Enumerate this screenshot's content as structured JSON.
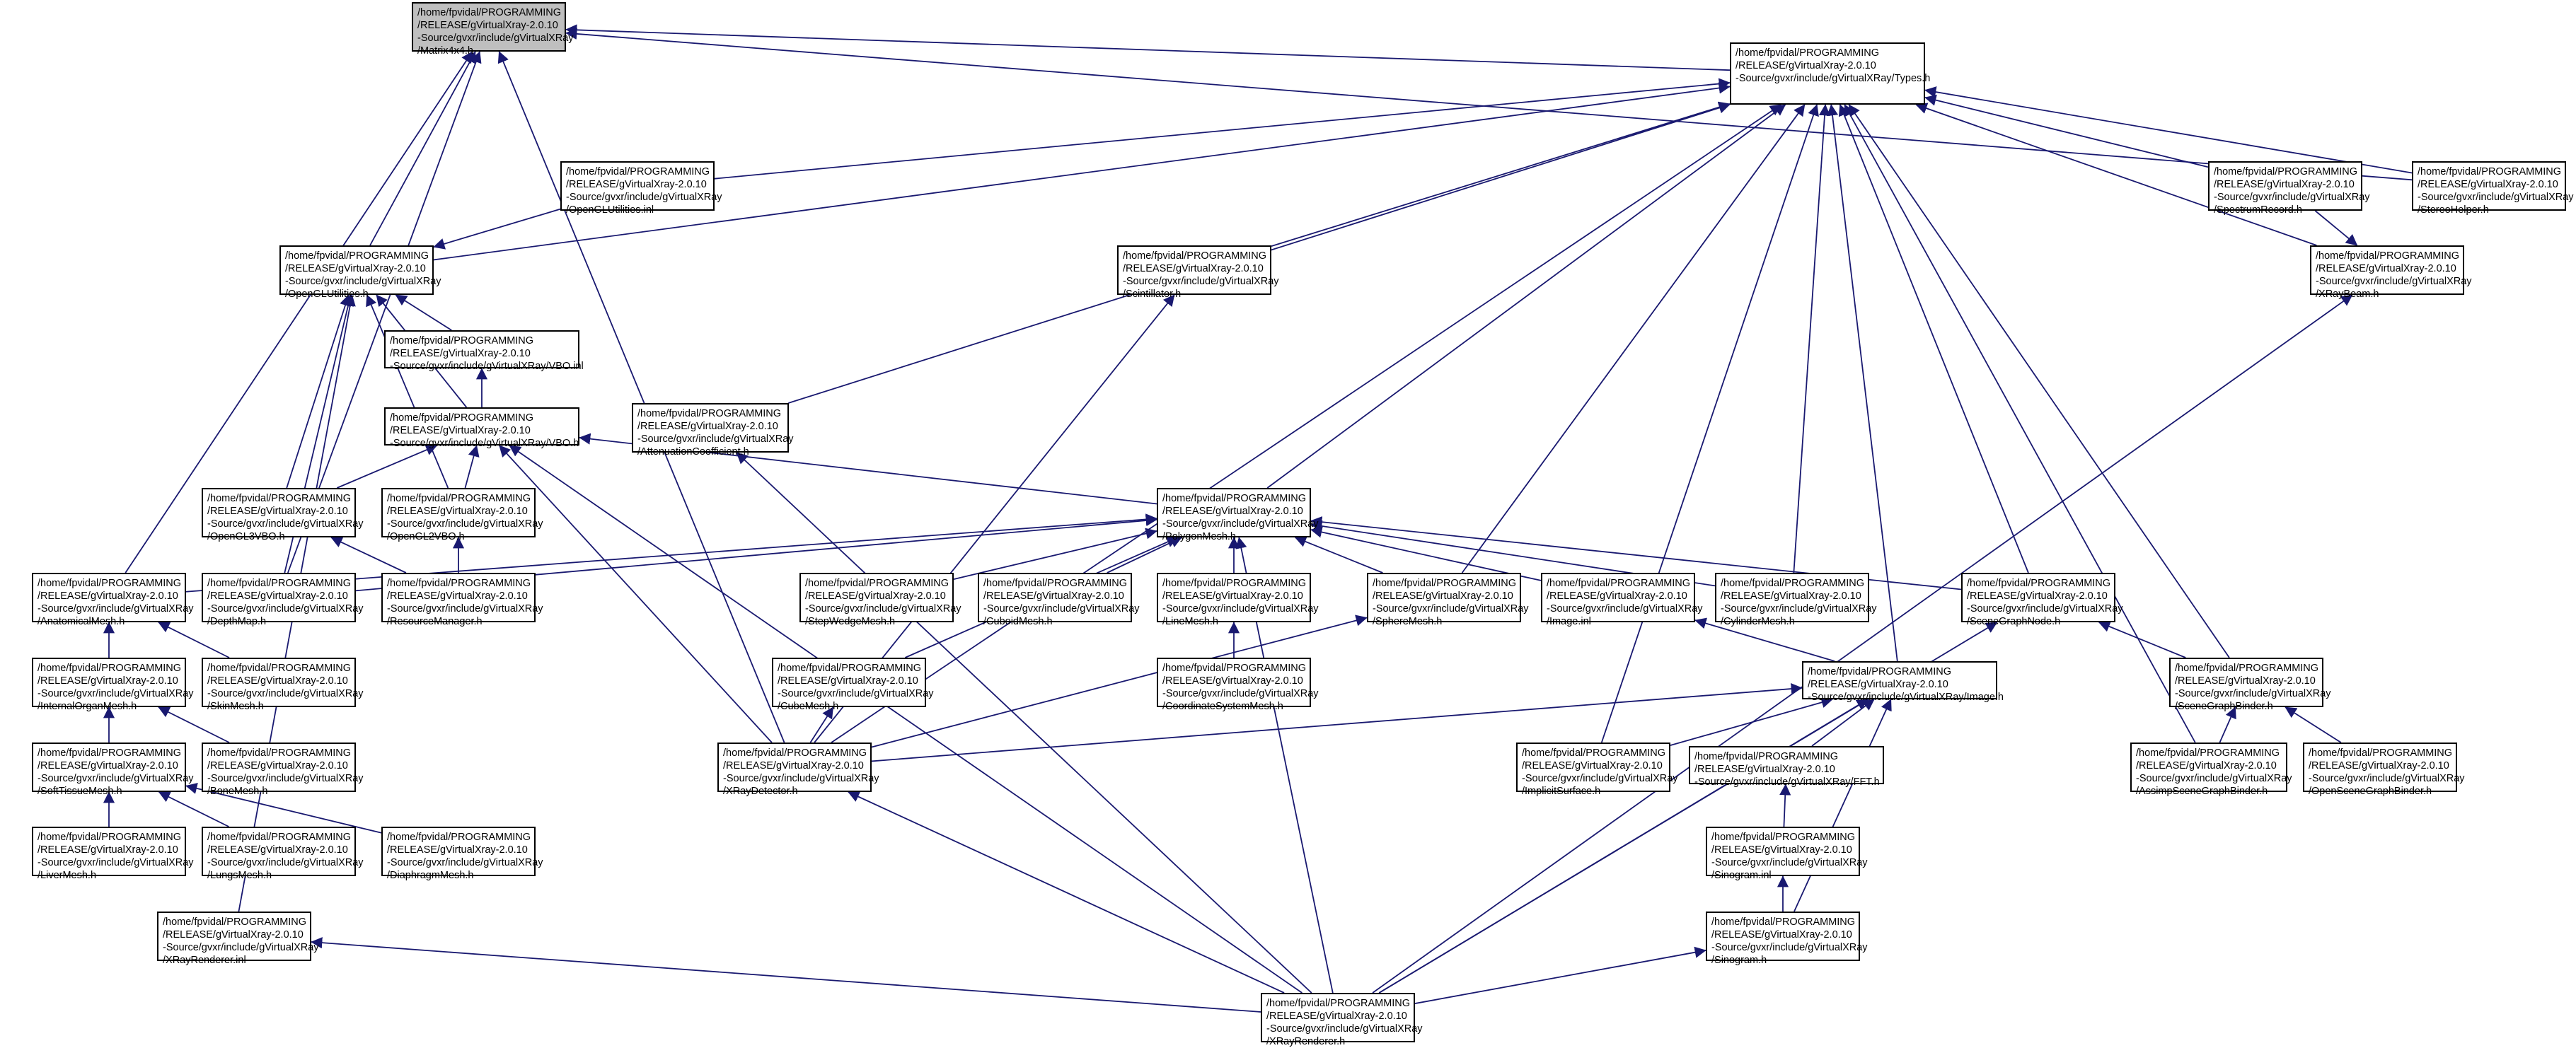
{
  "graph": {
    "nodes": [
      {
        "id": "matrix4x4",
        "root": true,
        "lines": [
          "/home/fpvidal/PROGRAMMING",
          "/RELEASE/gVirtualXray-2.0.10",
          "-Source/gvxr/include/gVirtualXRay",
          "/Matrix4x4.h"
        ]
      },
      {
        "id": "types",
        "lines": [
          "/home/fpvidal/PROGRAMMING",
          "/RELEASE/gVirtualXray-2.0.10",
          "-Source/gvxr/include/gVirtualXRay/Types.h"
        ]
      },
      {
        "id": "openglutilities_inl",
        "lines": [
          "/home/fpvidal/PROGRAMMING",
          "/RELEASE/gVirtualXray-2.0.10",
          "-Source/gvxr/include/gVirtualXRay",
          "/OpenGLUtilities.inl"
        ]
      },
      {
        "id": "spectrumrecord",
        "lines": [
          "/home/fpvidal/PROGRAMMING",
          "/RELEASE/gVirtualXray-2.0.10",
          "-Source/gvxr/include/gVirtualXRay",
          "/SpectrumRecord.h"
        ]
      },
      {
        "id": "stereohelper",
        "lines": [
          "/home/fpvidal/PROGRAMMING",
          "/RELEASE/gVirtualXray-2.0.10",
          "-Source/gvxr/include/gVirtualXRay",
          "/StereoHelper.h"
        ]
      },
      {
        "id": "openglutilities",
        "lines": [
          "/home/fpvidal/PROGRAMMING",
          "/RELEASE/gVirtualXray-2.0.10",
          "-Source/gvxr/include/gVirtualXRay",
          "/OpenGLUtilities.h"
        ]
      },
      {
        "id": "scintillator",
        "lines": [
          "/home/fpvidal/PROGRAMMING",
          "/RELEASE/gVirtualXray-2.0.10",
          "-Source/gvxr/include/gVirtualXRay",
          "/Scintillator.h"
        ]
      },
      {
        "id": "xraybeam",
        "lines": [
          "/home/fpvidal/PROGRAMMING",
          "/RELEASE/gVirtualXray-2.0.10",
          "-Source/gvxr/include/gVirtualXRay",
          "/XRayBeam.h"
        ]
      },
      {
        "id": "vbo_inl",
        "lines": [
          "/home/fpvidal/PROGRAMMING",
          "/RELEASE/gVirtualXray-2.0.10",
          "-Source/gvxr/include/gVirtualXRay/VBO.inl"
        ]
      },
      {
        "id": "vbo",
        "lines": [
          "/home/fpvidal/PROGRAMMING",
          "/RELEASE/gVirtualXray-2.0.10",
          "-Source/gvxr/include/gVirtualXRay/VBO.h"
        ]
      },
      {
        "id": "attenuationcoefficient",
        "lines": [
          "/home/fpvidal/PROGRAMMING",
          "/RELEASE/gVirtualXray-2.0.10",
          "-Source/gvxr/include/gVirtualXRay",
          "/AttenuationCoefficient.h"
        ]
      },
      {
        "id": "opengl3vbo",
        "lines": [
          "/home/fpvidal/PROGRAMMING",
          "/RELEASE/gVirtualXray-2.0.10",
          "-Source/gvxr/include/gVirtualXRay",
          "/OpenGL3VBO.h"
        ]
      },
      {
        "id": "opengl2vbo",
        "lines": [
          "/home/fpvidal/PROGRAMMING",
          "/RELEASE/gVirtualXray-2.0.10",
          "-Source/gvxr/include/gVirtualXRay",
          "/OpenGL2VBO.h"
        ]
      },
      {
        "id": "polygonmesh",
        "lines": [
          "/home/fpvidal/PROGRAMMING",
          "/RELEASE/gVirtualXray-2.0.10",
          "-Source/gvxr/include/gVirtualXRay",
          "/PolygonMesh.h"
        ]
      },
      {
        "id": "anatomicalmesh",
        "lines": [
          "/home/fpvidal/PROGRAMMING",
          "/RELEASE/gVirtualXray-2.0.10",
          "-Source/gvxr/include/gVirtualXRay",
          "/AnatomicalMesh.h"
        ]
      },
      {
        "id": "depthmap",
        "lines": [
          "/home/fpvidal/PROGRAMMING",
          "/RELEASE/gVirtualXray-2.0.10",
          "-Source/gvxr/include/gVirtualXRay",
          "/DepthMap.h"
        ]
      },
      {
        "id": "resourcemanager",
        "lines": [
          "/home/fpvidal/PROGRAMMING",
          "/RELEASE/gVirtualXray-2.0.10",
          "-Source/gvxr/include/gVirtualXRay",
          "/ResourceManager.h"
        ]
      },
      {
        "id": "stepwedgemesh",
        "lines": [
          "/home/fpvidal/PROGRAMMING",
          "/RELEASE/gVirtualXray-2.0.10",
          "-Source/gvxr/include/gVirtualXRay",
          "/StepWedgeMesh.h"
        ]
      },
      {
        "id": "cuboidmesh",
        "lines": [
          "/home/fpvidal/PROGRAMMING",
          "/RELEASE/gVirtualXray-2.0.10",
          "-Source/gvxr/include/gVirtualXRay",
          "/CuboidMesh.h"
        ]
      },
      {
        "id": "linemesh",
        "lines": [
          "/home/fpvidal/PROGRAMMING",
          "/RELEASE/gVirtualXray-2.0.10",
          "-Source/gvxr/include/gVirtualXRay",
          "/LineMesh.h"
        ]
      },
      {
        "id": "spheremesh",
        "lines": [
          "/home/fpvidal/PROGRAMMING",
          "/RELEASE/gVirtualXray-2.0.10",
          "-Source/gvxr/include/gVirtualXRay",
          "/SphereMesh.h"
        ]
      },
      {
        "id": "image_inl",
        "lines": [
          "/home/fpvidal/PROGRAMMING",
          "/RELEASE/gVirtualXray-2.0.10",
          "-Source/gvxr/include/gVirtualXRay",
          "/Image.inl"
        ]
      },
      {
        "id": "cylindermesh",
        "lines": [
          "/home/fpvidal/PROGRAMMING",
          "/RELEASE/gVirtualXray-2.0.10",
          "-Source/gvxr/include/gVirtualXRay",
          "/CylinderMesh.h"
        ]
      },
      {
        "id": "scenegraphnode",
        "lines": [
          "/home/fpvidal/PROGRAMMING",
          "/RELEASE/gVirtualXray-2.0.10",
          "-Source/gvxr/include/gVirtualXRay",
          "/SceneGraphNode.h"
        ]
      },
      {
        "id": "internalorganmesh",
        "lines": [
          "/home/fpvidal/PROGRAMMING",
          "/RELEASE/gVirtualXray-2.0.10",
          "-Source/gvxr/include/gVirtualXRay",
          "/InternalOrganMesh.h"
        ]
      },
      {
        "id": "skinmesh",
        "lines": [
          "/home/fpvidal/PROGRAMMING",
          "/RELEASE/gVirtualXray-2.0.10",
          "-Source/gvxr/include/gVirtualXRay",
          "/SkinMesh.h"
        ]
      },
      {
        "id": "cubemesh",
        "lines": [
          "/home/fpvidal/PROGRAMMING",
          "/RELEASE/gVirtualXray-2.0.10",
          "-Source/gvxr/include/gVirtualXRay",
          "/CubeMesh.h"
        ]
      },
      {
        "id": "coordinatesystemmesh",
        "lines": [
          "/home/fpvidal/PROGRAMMING",
          "/RELEASE/gVirtualXray-2.0.10",
          "-Source/gvxr/include/gVirtualXRay",
          "/CoordinateSystemMesh.h"
        ]
      },
      {
        "id": "image",
        "lines": [
          "/home/fpvidal/PROGRAMMING",
          "/RELEASE/gVirtualXray-2.0.10",
          "-Source/gvxr/include/gVirtualXRay/Image.h"
        ]
      },
      {
        "id": "scenegraphbinder",
        "lines": [
          "/home/fpvidal/PROGRAMMING",
          "/RELEASE/gVirtualXray-2.0.10",
          "-Source/gvxr/include/gVirtualXRay",
          "/SceneGraphBinder.h"
        ]
      },
      {
        "id": "bonemesh",
        "lines": [
          "/home/fpvidal/PROGRAMMING",
          "/RELEASE/gVirtualXray-2.0.10",
          "-Source/gvxr/include/gVirtualXRay",
          "/BoneMesh.h"
        ]
      },
      {
        "id": "softtissuemesh",
        "lines": [
          "/home/fpvidal/PROGRAMMING",
          "/RELEASE/gVirtualXray-2.0.10",
          "-Source/gvxr/include/gVirtualXRay",
          "/SoftTissueMesh.h"
        ]
      },
      {
        "id": "xraydetector",
        "lines": [
          "/home/fpvidal/PROGRAMMING",
          "/RELEASE/gVirtualXray-2.0.10",
          "-Source/gvxr/include/gVirtualXRay",
          "/XRayDetector.h"
        ]
      },
      {
        "id": "implicitsurface",
        "lines": [
          "/home/fpvidal/PROGRAMMING",
          "/RELEASE/gVirtualXray-2.0.10",
          "-Source/gvxr/include/gVirtualXRay",
          "/ImplicitSurface.h"
        ]
      },
      {
        "id": "fft",
        "lines": [
          "/home/fpvidal/PROGRAMMING",
          "/RELEASE/gVirtualXray-2.0.10",
          "-Source/gvxr/include/gVirtualXRay/FFT.h"
        ]
      },
      {
        "id": "assimpscenegraphbinder",
        "lines": [
          "/home/fpvidal/PROGRAMMING",
          "/RELEASE/gVirtualXray-2.0.10",
          "-Source/gvxr/include/gVirtualXRay",
          "/AssimpSceneGraphBinder.h"
        ]
      },
      {
        "id": "openscenegraphbinder",
        "lines": [
          "/home/fpvidal/PROGRAMMING",
          "/RELEASE/gVirtualXray-2.0.10",
          "-Source/gvxr/include/gVirtualXRay",
          "/OpenSceneGraphBinder.h"
        ]
      },
      {
        "id": "livermesh",
        "lines": [
          "/home/fpvidal/PROGRAMMING",
          "/RELEASE/gVirtualXray-2.0.10",
          "-Source/gvxr/include/gVirtualXRay",
          "/LiverMesh.h"
        ]
      },
      {
        "id": "lungsmesh",
        "lines": [
          "/home/fpvidal/PROGRAMMING",
          "/RELEASE/gVirtualXray-2.0.10",
          "-Source/gvxr/include/gVirtualXRay",
          "/LungsMesh.h"
        ]
      },
      {
        "id": "diaphragmmesh",
        "lines": [
          "/home/fpvidal/PROGRAMMING",
          "/RELEASE/gVirtualXray-2.0.10",
          "-Source/gvxr/include/gVirtualXRay",
          "/DiaphragmMesh.h"
        ]
      },
      {
        "id": "sinogram_inl",
        "lines": [
          "/home/fpvidal/PROGRAMMING",
          "/RELEASE/gVirtualXray-2.0.10",
          "-Source/gvxr/include/gVirtualXRay",
          "/Sinogram.inl"
        ]
      },
      {
        "id": "xrayrenderer_inl",
        "lines": [
          "/home/fpvidal/PROGRAMMING",
          "/RELEASE/gVirtualXray-2.0.10",
          "-Source/gvxr/include/gVirtualXRay",
          "/XRayRenderer.inl"
        ]
      },
      {
        "id": "sinogram",
        "lines": [
          "/home/fpvidal/PROGRAMMING",
          "/RELEASE/gVirtualXray-2.0.10",
          "-Source/gvxr/include/gVirtualXRay",
          "/Sinogram.h"
        ]
      },
      {
        "id": "xrayrenderer",
        "lines": [
          "/home/fpvidal/PROGRAMMING",
          "/RELEASE/gVirtualXray-2.0.10",
          "-Source/gvxr/include/gVirtualXRay",
          "/XRayRenderer.h"
        ]
      }
    ],
    "edges": [
      [
        "types",
        "matrix4x4"
      ],
      [
        "openglutilities",
        "matrix4x4"
      ],
      [
        "anatomicalmesh",
        "matrix4x4"
      ],
      [
        "depthmap",
        "matrix4x4"
      ],
      [
        "xraydetector",
        "matrix4x4"
      ],
      [
        "stereohelper",
        "matrix4x4"
      ],
      [
        "openglutilities_inl",
        "types"
      ],
      [
        "openglutilities",
        "types"
      ],
      [
        "scintillator",
        "types"
      ],
      [
        "attenuationcoefficient",
        "types"
      ],
      [
        "polygonmesh",
        "types"
      ],
      [
        "spectrumrecord",
        "types"
      ],
      [
        "stereohelper",
        "types"
      ],
      [
        "xraybeam",
        "types"
      ],
      [
        "scenegraphnode",
        "types"
      ],
      [
        "spheremesh",
        "types"
      ],
      [
        "cylindermesh",
        "types"
      ],
      [
        "image",
        "types"
      ],
      [
        "scenegraphbinder",
        "types"
      ],
      [
        "implicitsurface",
        "types"
      ],
      [
        "assimpscenegraphbinder",
        "types"
      ],
      [
        "xraydetector",
        "types"
      ],
      [
        "openglutilities_inl",
        "openglutilities"
      ],
      [
        "vbo_inl",
        "openglutilities"
      ],
      [
        "vbo",
        "openglutilities"
      ],
      [
        "opengl3vbo",
        "openglutilities"
      ],
      [
        "opengl2vbo",
        "openglutilities"
      ],
      [
        "depthmap",
        "openglutilities"
      ],
      [
        "xrayrenderer_inl",
        "openglutilities"
      ],
      [
        "vbo",
        "vbo_inl"
      ],
      [
        "opengl3vbo",
        "vbo"
      ],
      [
        "opengl2vbo",
        "vbo"
      ],
      [
        "polygonmesh",
        "vbo"
      ],
      [
        "xraydetector",
        "vbo"
      ],
      [
        "xrayrenderer",
        "vbo"
      ],
      [
        "resourcemanager",
        "opengl3vbo"
      ],
      [
        "resourcemanager",
        "opengl2vbo"
      ],
      [
        "anatomicalmesh",
        "polygonmesh"
      ],
      [
        "depthmap",
        "polygonmesh"
      ],
      [
        "stepwedgemesh",
        "polygonmesh"
      ],
      [
        "cuboidmesh",
        "polygonmesh"
      ],
      [
        "linemesh",
        "polygonmesh"
      ],
      [
        "spheremesh",
        "polygonmesh"
      ],
      [
        "image_inl",
        "polygonmesh"
      ],
      [
        "cylindermesh",
        "polygonmesh"
      ],
      [
        "scenegraphnode",
        "polygonmesh"
      ],
      [
        "cubemesh",
        "polygonmesh"
      ],
      [
        "xrayrenderer",
        "polygonmesh"
      ],
      [
        "internalorganmesh",
        "anatomicalmesh"
      ],
      [
        "skinmesh",
        "anatomicalmesh"
      ],
      [
        "softtissuemesh",
        "internalorganmesh"
      ],
      [
        "bonemesh",
        "internalorganmesh"
      ],
      [
        "livermesh",
        "softtissuemesh"
      ],
      [
        "lungsmesh",
        "softtissuemesh"
      ],
      [
        "diaphragmmesh",
        "softtissuemesh"
      ],
      [
        "coordinatesystemmesh",
        "linemesh"
      ],
      [
        "xraydetector",
        "cubemesh"
      ],
      [
        "xraydetector",
        "scintillator"
      ],
      [
        "xraydetector",
        "spheremesh"
      ],
      [
        "xraydetector",
        "image"
      ],
      [
        "scenegraphbinder",
        "scenegraphnode"
      ],
      [
        "xrayrenderer",
        "scenegraphnode"
      ],
      [
        "assimpscenegraphbinder",
        "scenegraphbinder"
      ],
      [
        "openscenegraphbinder",
        "scenegraphbinder"
      ],
      [
        "spectrumrecord",
        "xraybeam"
      ],
      [
        "xrayrenderer",
        "xraybeam"
      ],
      [
        "image",
        "image_inl"
      ],
      [
        "implicitsurface",
        "image"
      ],
      [
        "fft",
        "image"
      ],
      [
        "sinogram",
        "image"
      ],
      [
        "xrayrenderer",
        "image"
      ],
      [
        "sinogram_inl",
        "fft"
      ],
      [
        "sinogram",
        "sinogram_inl"
      ],
      [
        "xrayrenderer",
        "sinogram"
      ],
      [
        "xrayrenderer",
        "xraydetector"
      ],
      [
        "xrayrenderer",
        "xrayrenderer_inl"
      ],
      [
        "xrayrenderer",
        "attenuationcoefficient"
      ]
    ]
  },
  "colors": {
    "edge": "#191970",
    "node_border": "#000000",
    "root_fill": "#bfbfbf",
    "node_fill": "#ffffff"
  }
}
